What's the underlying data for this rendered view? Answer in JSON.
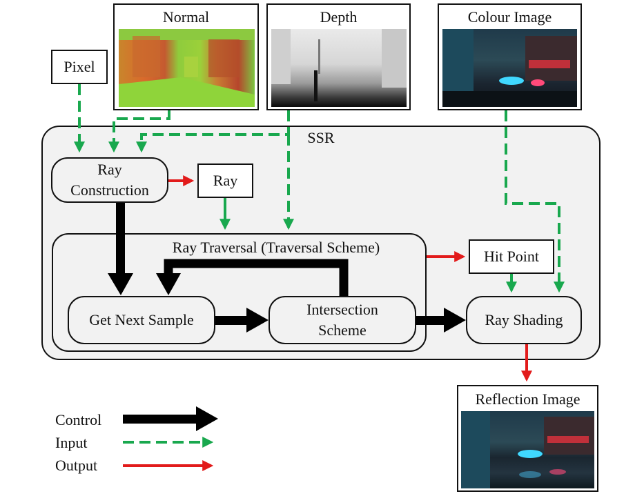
{
  "inputs": {
    "pixel": "Pixel",
    "normal": "Normal",
    "depth": "Depth",
    "colour": "Colour Image"
  },
  "ssr": {
    "title": "SSR",
    "ray_construction": "Ray\nConstruction",
    "ray": "Ray",
    "traversal_title": "Ray Traversal (Traversal Scheme)",
    "get_next_sample": "Get Next Sample",
    "intersection_scheme": "Intersection\nScheme",
    "hit_point": "Hit Point",
    "ray_shading": "Ray Shading"
  },
  "output": {
    "reflection_image": "Reflection Image"
  },
  "legend": {
    "control": "Control",
    "input": "Input",
    "output": "Output"
  },
  "colors": {
    "control": "#000000",
    "input": "#19a84e",
    "output": "#e21b1b",
    "panel": "#f2f2f2"
  }
}
